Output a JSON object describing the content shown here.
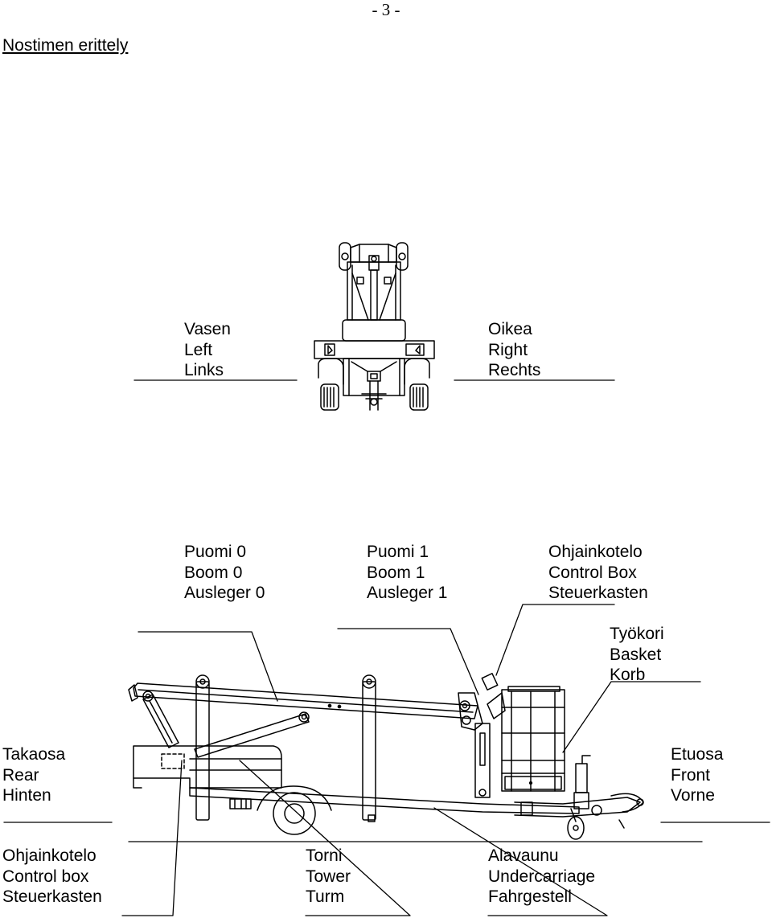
{
  "page_number": "- 3 -",
  "heading": "Nostimen erittely",
  "labels": {
    "left": [
      "Vasen",
      "Left",
      "Links"
    ],
    "right": [
      "Oikea",
      "Right",
      "Rechts"
    ],
    "boom0": [
      "Puomi 0",
      "Boom 0",
      "Ausleger 0"
    ],
    "boom1": [
      "Puomi 1",
      "Boom 1",
      "Ausleger 1"
    ],
    "control_top": [
      "Ohjainkotelo",
      "Control Box",
      "Steuerkasten"
    ],
    "basket": [
      "Työkori",
      "Basket",
      "Korb"
    ],
    "rear": [
      "Takaosa",
      "Rear",
      "Hinten"
    ],
    "front": [
      "Etuosa",
      "Front",
      "Vorne"
    ],
    "control_bottom": [
      "Ohjainkotelo",
      "Control box",
      "Steuerkasten"
    ],
    "tower": [
      "Torni",
      "Tower",
      "Turm"
    ],
    "undercarriage": [
      "Alavaunu",
      "Undercarriage",
      "Fahrgestell"
    ]
  }
}
